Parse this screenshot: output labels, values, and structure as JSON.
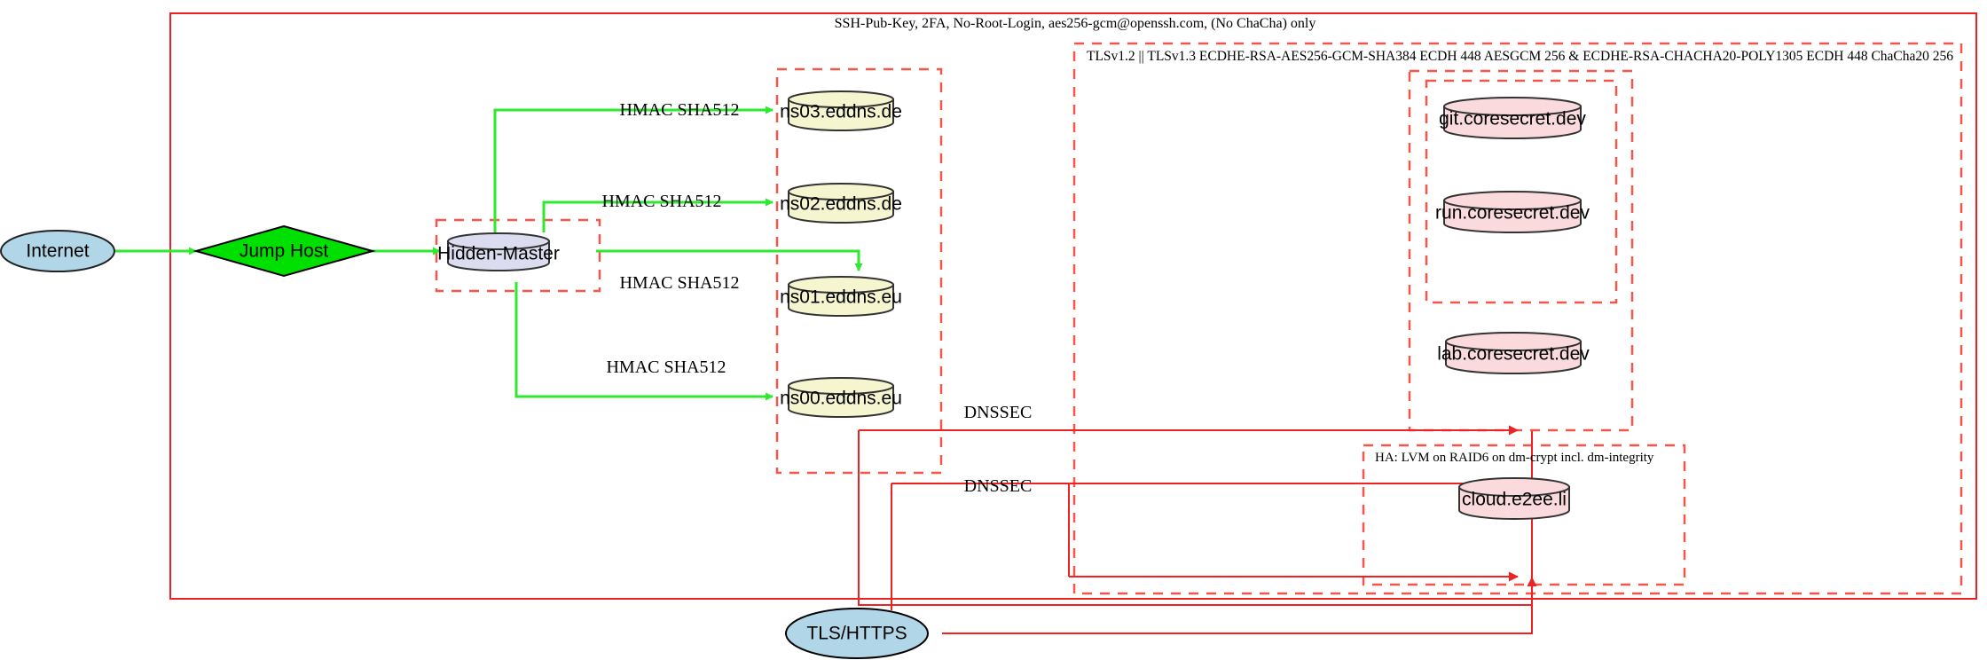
{
  "diagram": {
    "title_label": "SSH-Pub-Key, 2FA, No-Root-Login, aes256-gcm@openssh.com, (No ChaCha) only",
    "tls_cluster_label": "TLSv1.2 || TLSv1.3 ECDHE-RSA-AES256-GCM-SHA384 ECDH 448 AESGCM 256 & ECDHE-RSA-CHACHA20-POLY1305 ECDH 448 ChaCha20 256",
    "ha_cluster_label": "HA: LVM on RAID6 on dm-crypt incl. dm-integrity",
    "colors": {
      "boundary_red": "#ee2222",
      "dashed_red": "#f4564a",
      "link_green": "#2eea2e",
      "internet_fill": "#b0d6e8",
      "jumphost_fill": "#00e000",
      "master_fill": "#dcdcf0",
      "ns_fill": "#f5f5d0",
      "service_fill": "#fadadd",
      "stroke_dark": "#333333",
      "text_black": "#000000"
    },
    "nodes": {
      "internet": "Internet",
      "jump_host": "Jump Host",
      "hidden_master": "Hidden-Master",
      "tls_https": "TLS/HTTPS"
    },
    "nameservers": [
      {
        "id": "ns03",
        "label": "ns03.eddns.de"
      },
      {
        "id": "ns02",
        "label": "ns02.eddns.de"
      },
      {
        "id": "ns01",
        "label": "ns01.eddns.eu"
      },
      {
        "id": "ns00",
        "label": "ns00.eddns.eu"
      }
    ],
    "services": [
      {
        "id": "git",
        "label": "git.coresecret.dev"
      },
      {
        "id": "run",
        "label": "run.coresecret.dev"
      },
      {
        "id": "lab",
        "label": "lab.coresecret.dev"
      },
      {
        "id": "cloud",
        "label": "cloud.e2ee.li"
      }
    ],
    "edge_labels": {
      "hmac_1": "HMAC SHA512",
      "hmac_2": "HMAC SHA512",
      "hmac_3": "HMAC SHA512",
      "hmac_4": "HMAC SHA512",
      "dnssec_1": "DNSSEC",
      "dnssec_2": "DNSSEC"
    }
  }
}
